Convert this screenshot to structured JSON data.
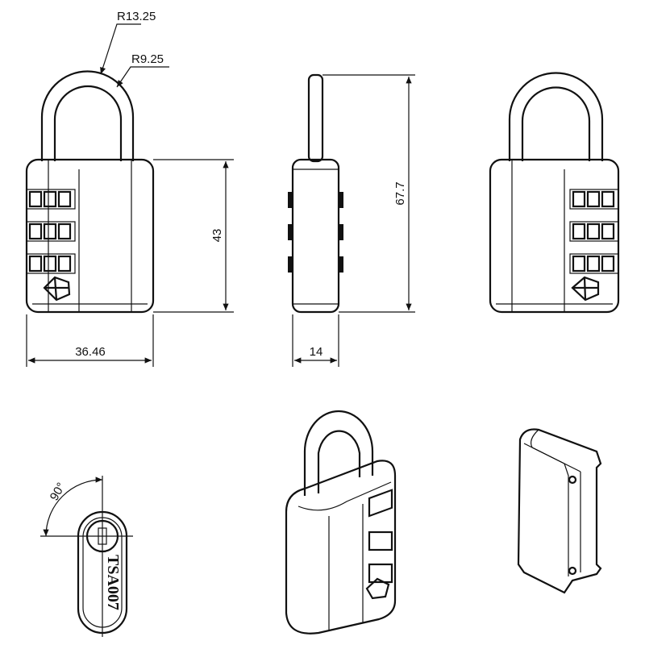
{
  "drawing": {
    "front_view": {
      "outer_radius_label": "R13.25",
      "inner_radius_label": "R9.25",
      "height_label": "43",
      "width_label": "36.46"
    },
    "side_view": {
      "total_height_label": "67.7",
      "thickness_label": "14"
    },
    "top_view": {
      "angle_label": "90°",
      "engraving": "TSA007"
    },
    "colors": {
      "line": "#111111",
      "background": "#ffffff"
    }
  }
}
